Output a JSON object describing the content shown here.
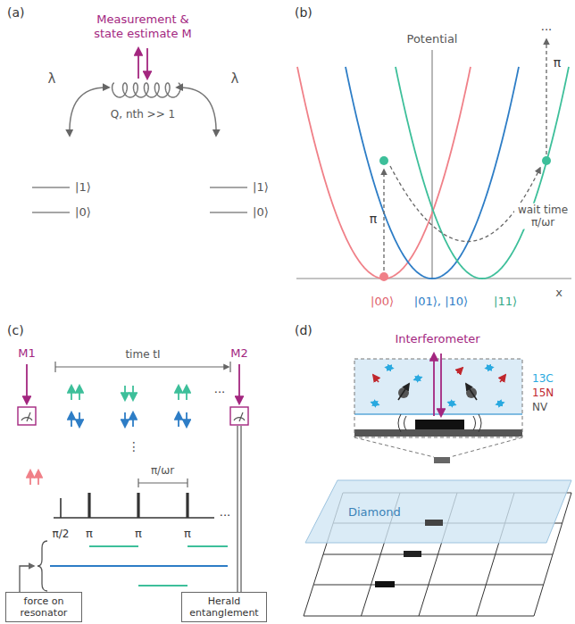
{
  "diagram": {
    "nodes": [
      {
        "text": [
          "force on resonator"
        ]
      },
      {
        "text": [
          "Herald entanglement"
        ]
      }
    ],
    "labels": [
      "(a)",
      "Measurement & state estimate M",
      "λ",
      "λ",
      "Q, nth >> 1",
      "|1⟩",
      "|0⟩",
      "|1⟩",
      "|0⟩",
      "(b)",
      "Potential",
      "...",
      "π",
      "π",
      "wait time π/ωr",
      "x",
      "|00⟩",
      "|01⟩, |10⟩",
      "|11⟩",
      "(c)",
      "M1",
      "time tI",
      "M2",
      "...",
      "⋮",
      "π/ωr",
      "π/2",
      "π",
      "π",
      "π",
      "...",
      "(d)",
      "Interferometer",
      "13C",
      "15N",
      "NV",
      "Diamond"
    ]
  }
}
